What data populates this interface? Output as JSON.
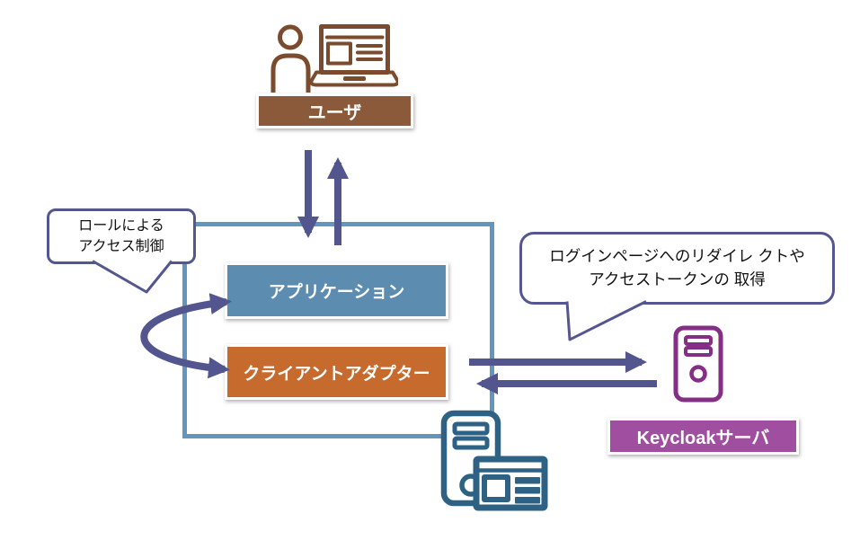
{
  "diagram": {
    "user": {
      "label": "ユーザ",
      "icon": "user-laptop-icon",
      "label_color": "#8A5A3A",
      "icon_color": "#7B4B2E"
    },
    "app_boundary": {
      "border_color": "#6296BF",
      "application": {
        "label": "アプリケーション",
        "color": "#5C8CB0"
      },
      "client_adapter": {
        "label": "クライアントアダプター",
        "color": "#C76A2D"
      }
    },
    "keycloak": {
      "label": "Keycloakサーバ",
      "icon": "server-tower-icon",
      "label_color": "#A04FA0",
      "icon_color": "#852E85"
    },
    "app_server": {
      "icons": [
        "server-tower-icon",
        "browser-window-icon"
      ],
      "icon_color": "#2E6284"
    },
    "callouts": {
      "role_access": {
        "line1": "ロールによる",
        "line2": "アクセス制御"
      },
      "login_redirect": {
        "line1": "ログインページへのリダイレ クトや",
        "line2": "アクセストークンの 取得"
      }
    },
    "colors": {
      "arrow": "#53568E",
      "callout_border": "#54578F"
    }
  }
}
